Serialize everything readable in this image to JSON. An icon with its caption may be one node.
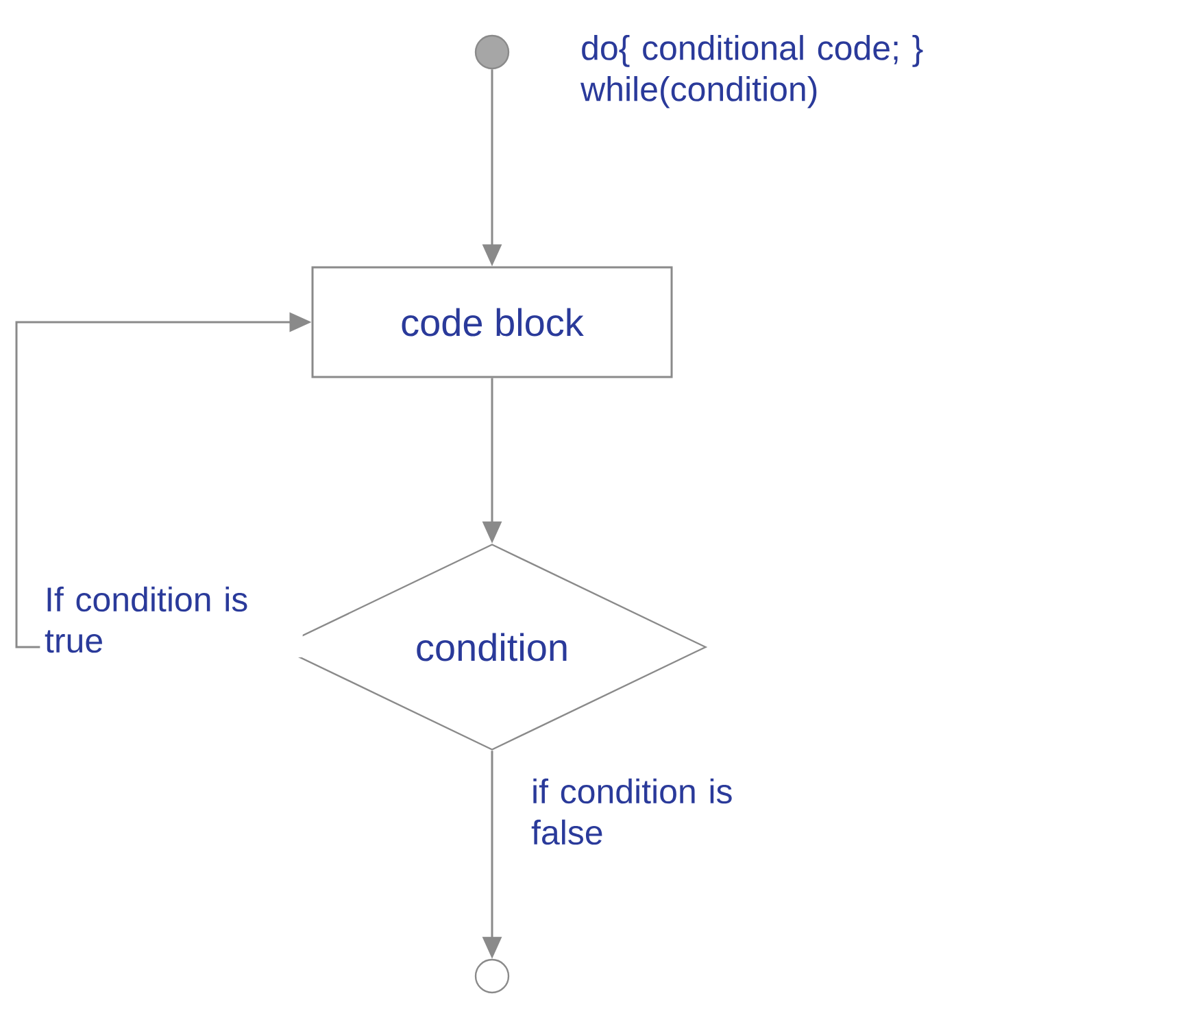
{
  "diagram": {
    "nodes": [
      {
        "text": [],
        "shape": "circle"
      },
      {
        "text": [
          "code block"
        ]
      },
      {
        "text": [
          "condition"
        ]
      },
      {
        "text": [],
        "shape": "circle"
      }
    ],
    "edges": [
      {
        "from": 0,
        "to": 1,
        "arrow": "to"
      },
      {
        "from": 1,
        "to": 2,
        "arrow": "to"
      },
      {
        "from": 2,
        "to": 1,
        "arrow": "to",
        "label": "If condition is true"
      },
      {
        "from": 2,
        "to": 3,
        "arrow": "to",
        "label": "if condition is false"
      }
    ],
    "labels": [
      "do{ conditional code; } while(condition)"
    ]
  }
}
